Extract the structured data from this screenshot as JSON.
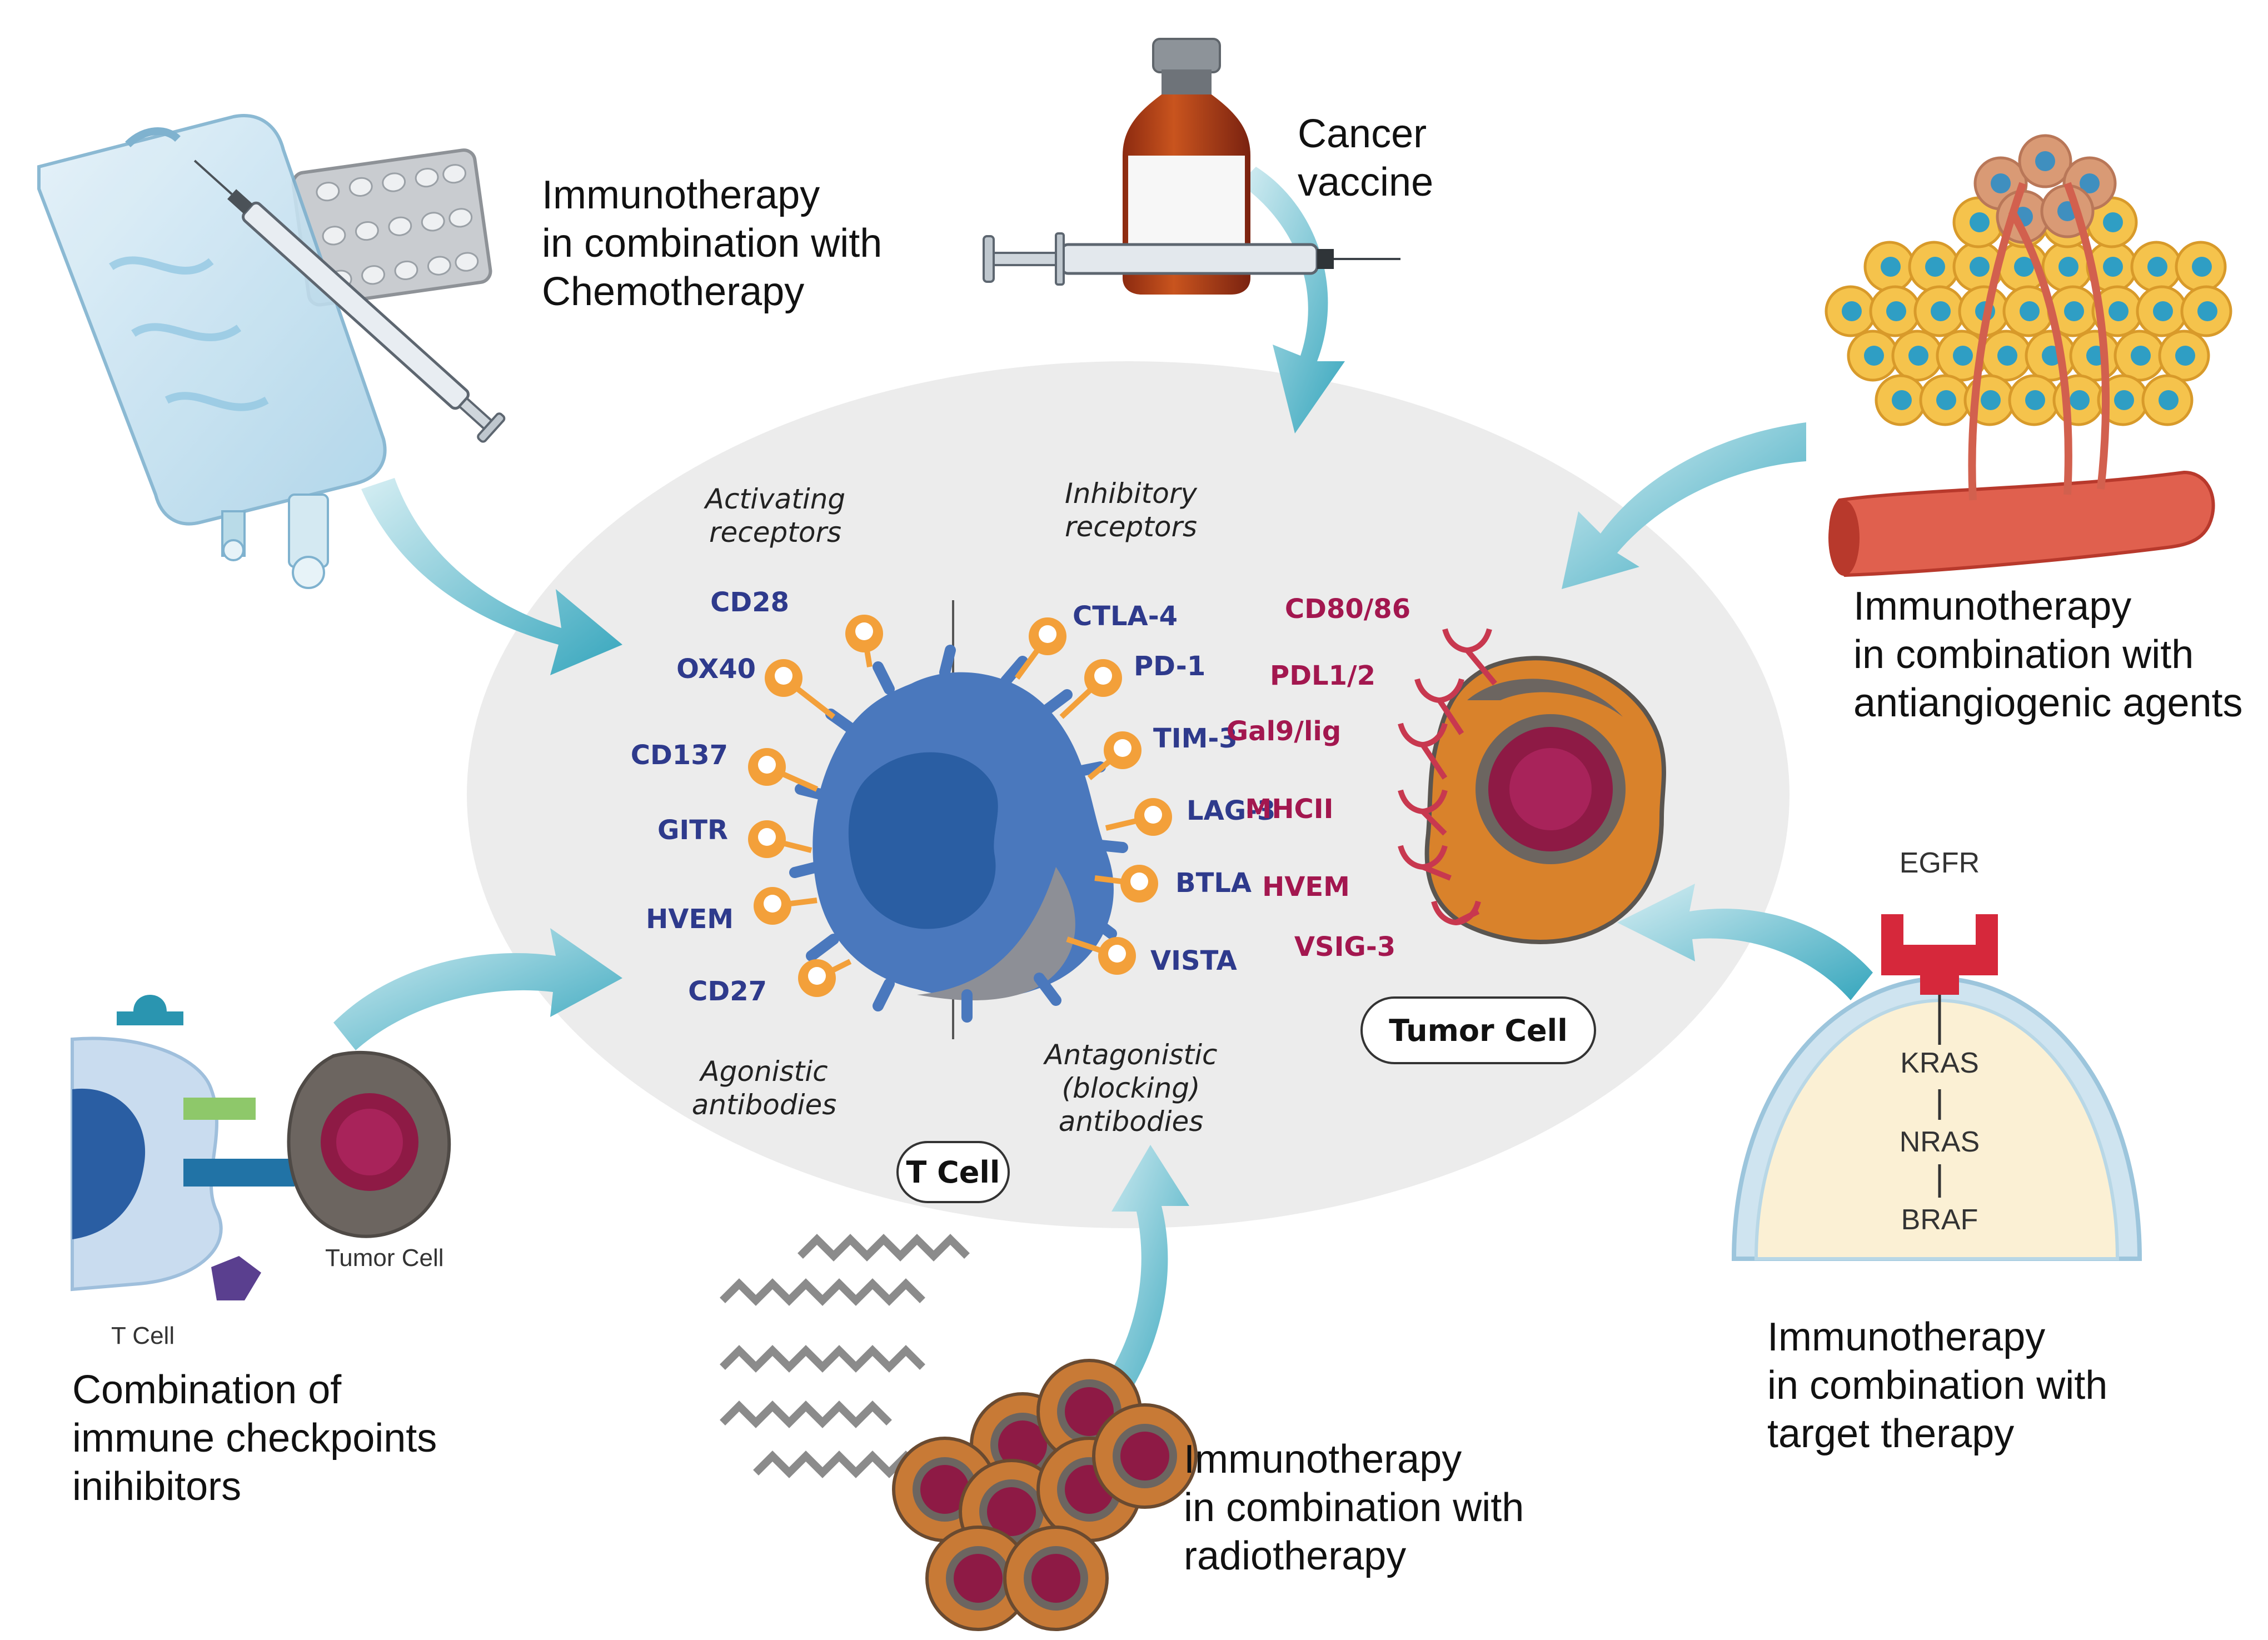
{
  "captions": {
    "chemo": [
      "Immunotherapy",
      "in combination with",
      "Chemotherapy"
    ],
    "vaccine": [
      "Cancer",
      "vaccine"
    ],
    "antiangio": [
      "Immunotherapy",
      "in combination with",
      "antiangiogenic agents"
    ],
    "target": [
      "Immunotherapy",
      "in combination with",
      "target therapy"
    ],
    "radio": [
      "Immunotherapy",
      "in combination with",
      "radiotherapy"
    ],
    "checkpoint": [
      "Combination of",
      "immune checkpoints",
      "inihibitors"
    ]
  },
  "center": {
    "activating": [
      "Activating",
      "receptors"
    ],
    "inhibitory": [
      "Inhibitory",
      "receptors"
    ],
    "agonistic": [
      "Agonistic",
      "antibodies"
    ],
    "antagonistic": [
      "Antagonistic",
      "(blocking)",
      "antibodies"
    ],
    "tcell_label": "T Cell",
    "tumor_label": "Tumor Cell"
  },
  "activating_receptors": [
    "CD28",
    "OX40",
    "CD137",
    "GITR",
    "HVEM",
    "CD27"
  ],
  "inhibitory_receptors": [
    "CTLA-4",
    "PD-1",
    "TIM-3",
    "LAG-3",
    "BTLA",
    "VISTA"
  ],
  "tumor_ligands": [
    "CD80/86",
    "PDL1/2",
    "Gal9/lig",
    "MHCII",
    "HVEM",
    "VSIG-3"
  ],
  "target_pathway": {
    "receptor": "EGFR",
    "chain": [
      "KRAS",
      "NRAS",
      "BRAF"
    ]
  },
  "checkpoint_inset": {
    "tcell": "T Cell",
    "tumor": "Tumor Cell"
  },
  "colors": {
    "ellipse": "#ececec",
    "arrow": "#4fb3c6",
    "tcell": "#4a78bd",
    "tcell_nucleus": "#2a5ea3",
    "receptor": "#f3a03a",
    "tumor_outer": "#d9822b",
    "tumor_nucleus": "#8e1a45",
    "ligand": "#c8384f",
    "activating_text": "#2e3a8c",
    "ligand_text": "#a3174f"
  }
}
